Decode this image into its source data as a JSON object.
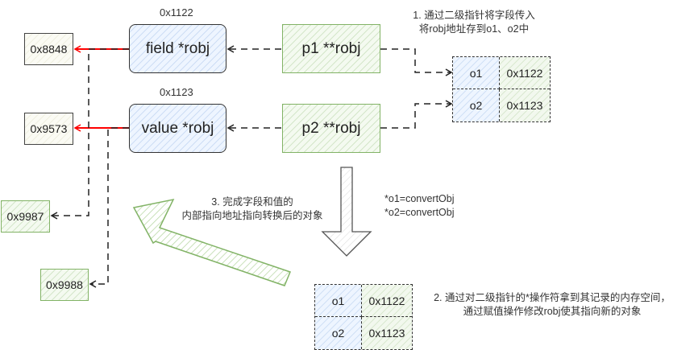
{
  "labels": {
    "field_addr": "0x1122",
    "value_addr": "0x1123"
  },
  "boxes": {
    "field_ptr": "field *robj",
    "value_ptr": "value *robj",
    "p1": "p1 **robj",
    "p2": "p2 **robj",
    "addr_8848": "0x8848",
    "addr_9573": "0x9573",
    "addr_9987": "0x9987",
    "addr_9988": "0x9988"
  },
  "table_top": {
    "rows": [
      {
        "key": "o1",
        "value": "0x1122"
      },
      {
        "key": "o2",
        "value": "0x1123"
      }
    ]
  },
  "table_bottom": {
    "rows": [
      {
        "key": "o1",
        "value": "0x1122"
      },
      {
        "key": "o2",
        "value": "0x1123"
      }
    ]
  },
  "notes": {
    "step1_line1": "1. 通过二级指针将字段传入",
    "step1_line2": "将robj地址存到o1、o2中",
    "step2_line1": "2. 通过对二级指针的*操作符拿到其记录的内存空间，",
    "step2_line2": "通过赋值操作修改robj使其指向新的对象",
    "step3_line1": "3. 完成字段和值的",
    "step3_line2": "内部指向地址指向转换后的对象",
    "assign_line1": "*o1=convertObj",
    "assign_line2": "*o2=convertObj"
  },
  "colors": {
    "old_pointer": "#ff0000",
    "connector": "#222222",
    "green_stroke": "#82b366",
    "blue_fill": "#dae8fc"
  }
}
